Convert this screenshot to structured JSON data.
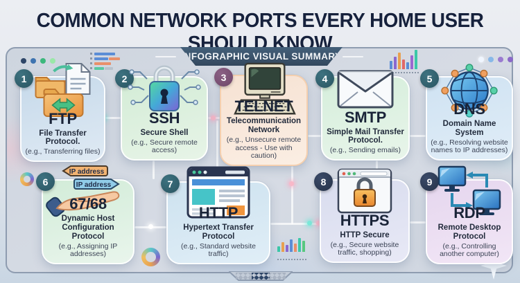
{
  "title": "COMMON NETWORK PORTS EVERY HOME USER SHOULD KNOW",
  "banner": "INFOGRAPHIC VISUAL SUMMARY",
  "cards": [
    {
      "number": "1",
      "port": "FTP",
      "name": "File Transfer Protocol.",
      "example": "(e.g., Transferring files)",
      "icon": "folders-document-transfer-icon"
    },
    {
      "number": "2",
      "port": "SSH",
      "name": "Secure Shell",
      "example": "(e.g., Secure remote access)",
      "icon": "padlock-circuit-icon"
    },
    {
      "number": "3",
      "port": "TELNET",
      "name": "Telecommunication Network",
      "example": "(e.g., Unsecure remote access - Use with caution)",
      "icon": "retro-computer-icon"
    },
    {
      "number": "4",
      "port": "SMTP",
      "name": "Simple Mail Transfer Protocol.",
      "example": "(e.g., Sending emails)",
      "icon": "envelope-icon"
    },
    {
      "number": "5",
      "port": "DNS",
      "name": "Domain Name System",
      "example": "(e.g., Resolving website names to IP addresses)",
      "icon": "globe-network-icon"
    },
    {
      "number": "6",
      "port": "67/68",
      "name": "Dynamic Host Configuration Protocol",
      "example": "(e.g., Assigning IP addresses)",
      "icon": "hand-ip-tags-icon",
      "tags": [
        "IP address",
        "IP address"
      ]
    },
    {
      "number": "7",
      "port": "HTTP",
      "name": "Hypertext Transfer Protocol",
      "example": "(e.g., Standard website traffic)",
      "icon": "browser-window-icon"
    },
    {
      "number": "8",
      "port": "HTTPS",
      "name": "HTTP Secure",
      "example": "(e.g., Secure website traffic, shopping)",
      "icon": "browser-padlock-icon"
    },
    {
      "number": "9",
      "port": "RDP",
      "name": "Remote Desktop Protocol",
      "example": "(e.g., Controlling another computer)",
      "icon": "remote-desktop-icon"
    }
  ],
  "colors": {
    "title_text": "#16213c",
    "panel_border": "#8e9cb0",
    "banner_bg": "#33485e",
    "banner_text": "#f2f5f8",
    "badge_teal": "#2a5561",
    "badge_purple": "#6e4668",
    "badge_navy": "#263248"
  }
}
